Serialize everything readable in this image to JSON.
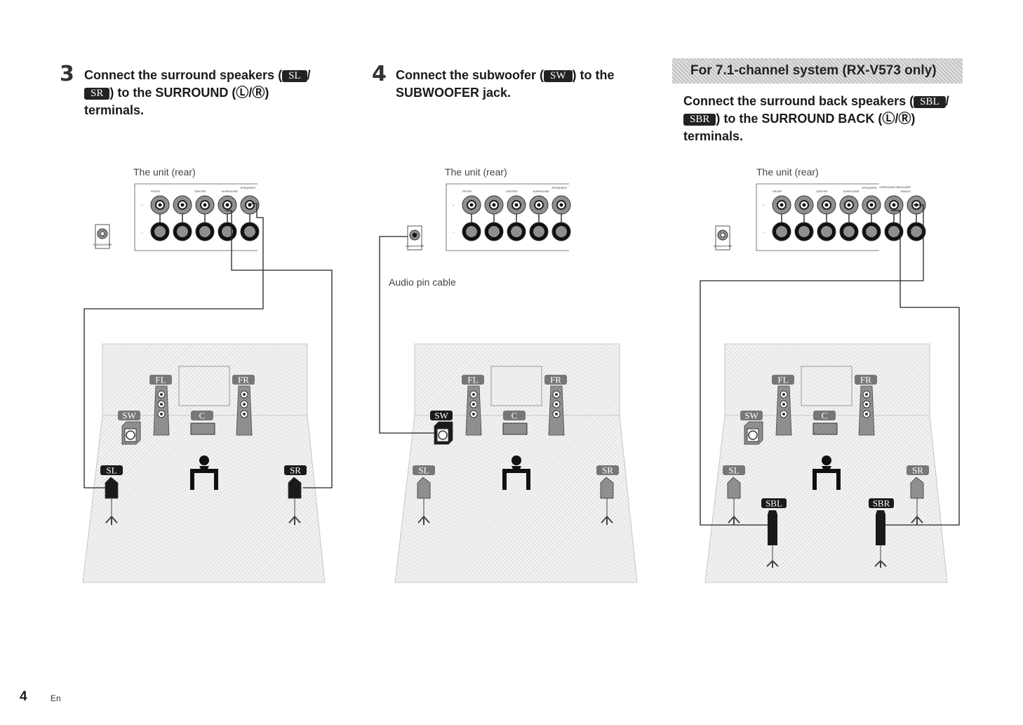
{
  "step3": {
    "number": "3",
    "line1_pre": "Connect the surround speakers (",
    "tag1": "SL",
    "line1_post": "/",
    "tag2": "SR",
    "line2_post": ") to the SURROUND (Ⓛ/Ⓡ)",
    "line3": "terminals.",
    "unit_caption": "The unit (rear)"
  },
  "step4": {
    "number": "4",
    "line1_pre": "Connect the subwoofer (",
    "tag": "SW",
    "line1_post": ") to the",
    "line2": "SUBWOOFER jack.",
    "unit_caption": "The unit (rear)",
    "cable_caption": "Audio pin cable"
  },
  "step71": {
    "banner": "For 7.1-channel system (RX-V573 only)",
    "line1_pre": "Connect the surround back speakers (",
    "tag1": "SBL",
    "line1_post": "/",
    "tag2": "SBR",
    "line2_post": ") to the SURROUND BACK (Ⓛ/Ⓡ)",
    "line3": "terminals.",
    "unit_caption": "The unit (rear)"
  },
  "speaker_labels": {
    "fl": "FL",
    "fr": "FR",
    "c": "C",
    "sw": "SW",
    "sl": "SL",
    "sr": "SR",
    "sbl": "SBL",
    "sbr": "SBR"
  },
  "panel_labels": {
    "speakers": "SPEAKERS",
    "front": "FRONT",
    "center": "CENTER",
    "surround": "SURROUND",
    "subwoofer": "SUBWOOFER",
    "surround_back": "SURROUND BACK/AMP",
    "single": "SINGLE"
  },
  "footer": {
    "page": "4",
    "lang": "En"
  },
  "colors": {
    "text": "#1a1a1a",
    "tag_bg": "#222222",
    "banner_bg": "#cfcfcf"
  }
}
